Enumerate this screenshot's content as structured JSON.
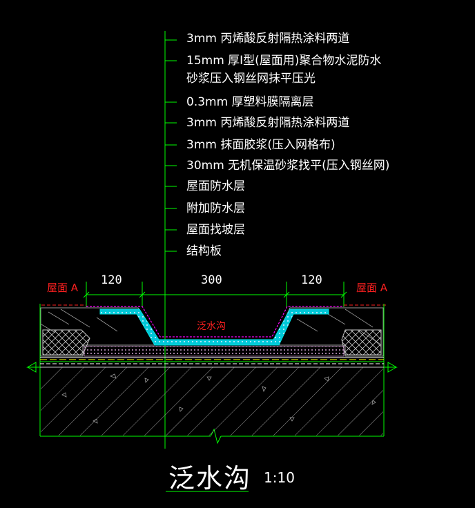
{
  "layer_labels": [
    "3mm  丙烯酸反射隔热涂料两道",
    "15mm  厚I型(屋面用)聚合物水泥防水",
    "砂浆压入钢丝网抹平压光",
    "0.3mm  厚塑料膜隔离层",
    "3mm  丙烯酸反射隔热涂料两道",
    "3mm  抹面胶浆(压入网格布)",
    "30mm  无机保温砂浆找平(压入钢丝网)",
    "屋面防水层",
    "附加防水层",
    "屋面找坡层",
    "结构板"
  ],
  "dimensions": {
    "left": "120",
    "middle": "300",
    "right": "120"
  },
  "roof_label_left": "屋面 A",
  "roof_label_right": "屋面 A",
  "gutter_label": "泛水沟",
  "title": "泛水沟",
  "scale": "1:10",
  "colors": {
    "line_green": "#00ff00",
    "text_white": "#ffffff",
    "label_red": "#ff2020",
    "membrane_cyan": "#00e0e0",
    "magenta": "#ff00ff",
    "hatch_gray": "#808080"
  }
}
